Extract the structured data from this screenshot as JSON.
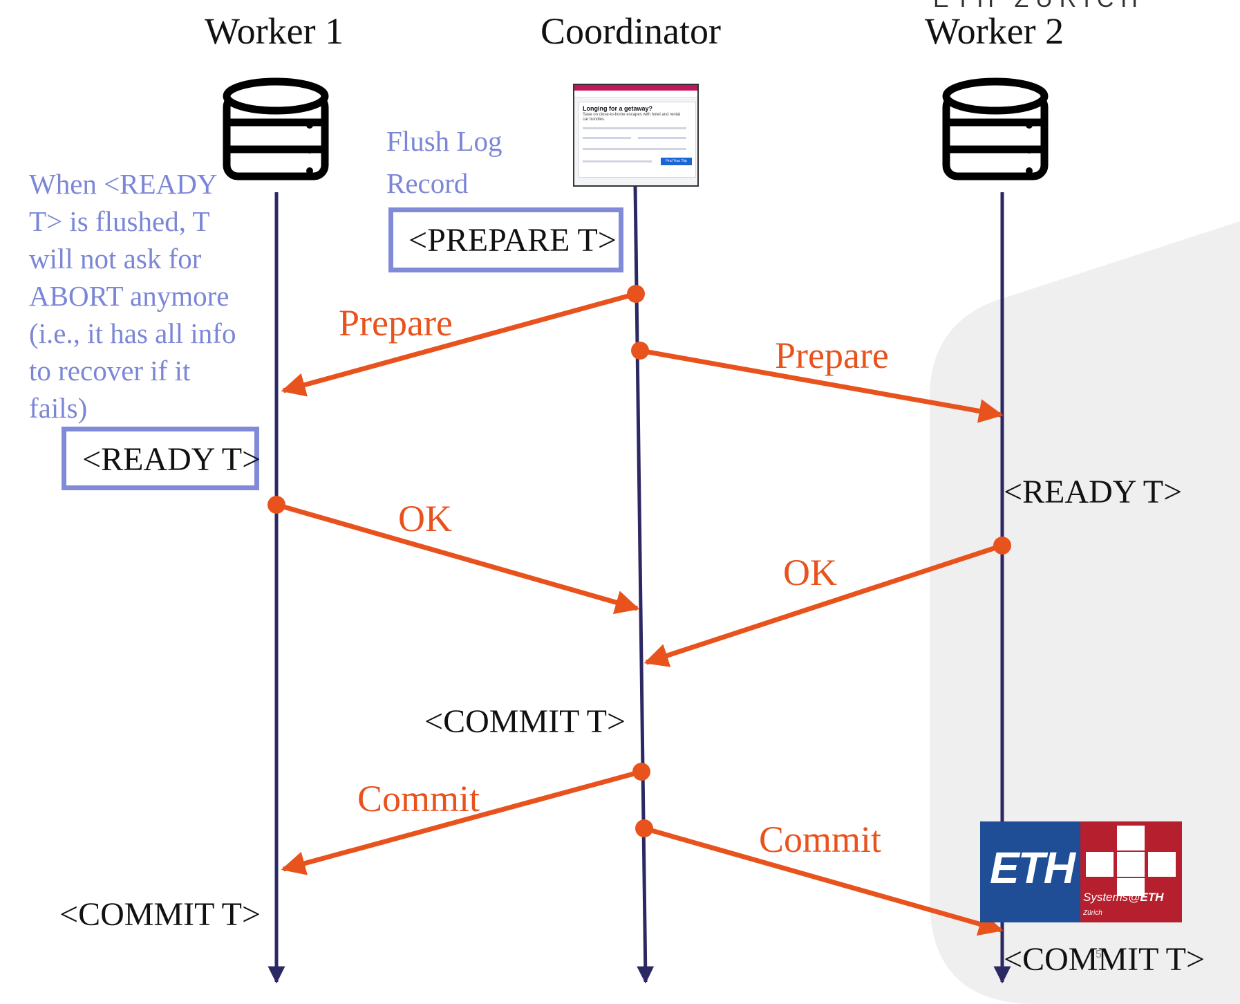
{
  "header_corner_text": "ETH ZÜRICH",
  "participants": {
    "worker1": "Worker 1",
    "coordinator": "Coordinator",
    "worker2": "Worker 2"
  },
  "note": {
    "flush_line1": "Flush Log",
    "flush_line2": "Record",
    "ready_lines": [
      "When <READY",
      "T> is flushed, T",
      "will not ask for",
      "ABORT anymore",
      "(i.e., it has all info",
      "to recover if  it",
      "fails)"
    ]
  },
  "log_records": {
    "coord_prepare": "<PREPARE T>",
    "w1_ready": "<READY T>",
    "w2_ready": "<READY T>",
    "coord_commit": "<COMMIT T>",
    "w1_commit": "<COMMIT T>",
    "w2_commit": "<COMMIT T>"
  },
  "messages": {
    "prepare_to_w1": "Prepare",
    "prepare_to_w2": "Prepare",
    "ok_from_w1": "OK",
    "ok_from_w2": "OK",
    "commit_to_w1": "Commit",
    "commit_to_w2": "Commit"
  },
  "thumbnail": {
    "title": "Longing for a getaway?",
    "subtitle": "Save on close-to-home escapes with hotel and rental car bundles.",
    "button": "Find Your Trip",
    "icon": "travel-site-screenshot-icon"
  },
  "logo": {
    "mark": "ETH",
    "caption_prefix": "Systems@",
    "caption_bold": "ETH",
    "caption_suffix": "Zürich"
  },
  "page_number": "5",
  "colors": {
    "lifeline": "#2b2863",
    "message": "#e8531d",
    "note": "#7b86d6",
    "log_box": "#8189d9",
    "eth_blue": "#1f4e96",
    "eth_red": "#b51f2e"
  }
}
